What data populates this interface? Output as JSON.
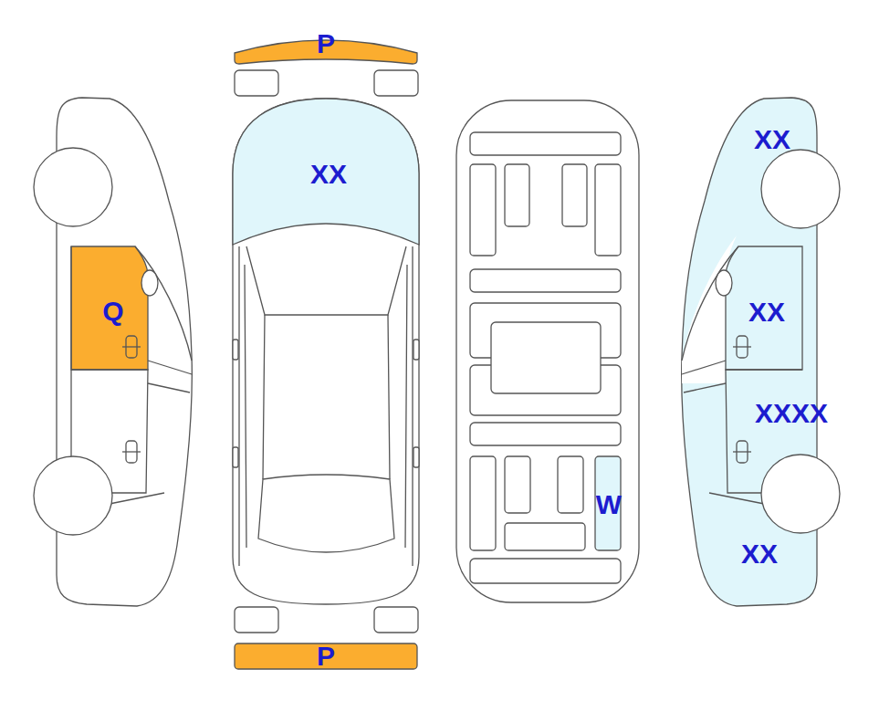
{
  "diagram": {
    "nodes": [
      {
        "text": [
          "Q"
        ]
      },
      {
        "text": [
          "P"
        ]
      },
      {
        "text": [
          "XX"
        ]
      },
      {
        "text": [
          "P"
        ]
      },
      {
        "text": [
          "W"
        ]
      },
      {
        "text": [
          "XX"
        ]
      },
      {
        "text": [
          "XX"
        ]
      },
      {
        "text": [
          "XXXX"
        ]
      },
      {
        "text": [
          "XX"
        ]
      }
    ]
  }
}
